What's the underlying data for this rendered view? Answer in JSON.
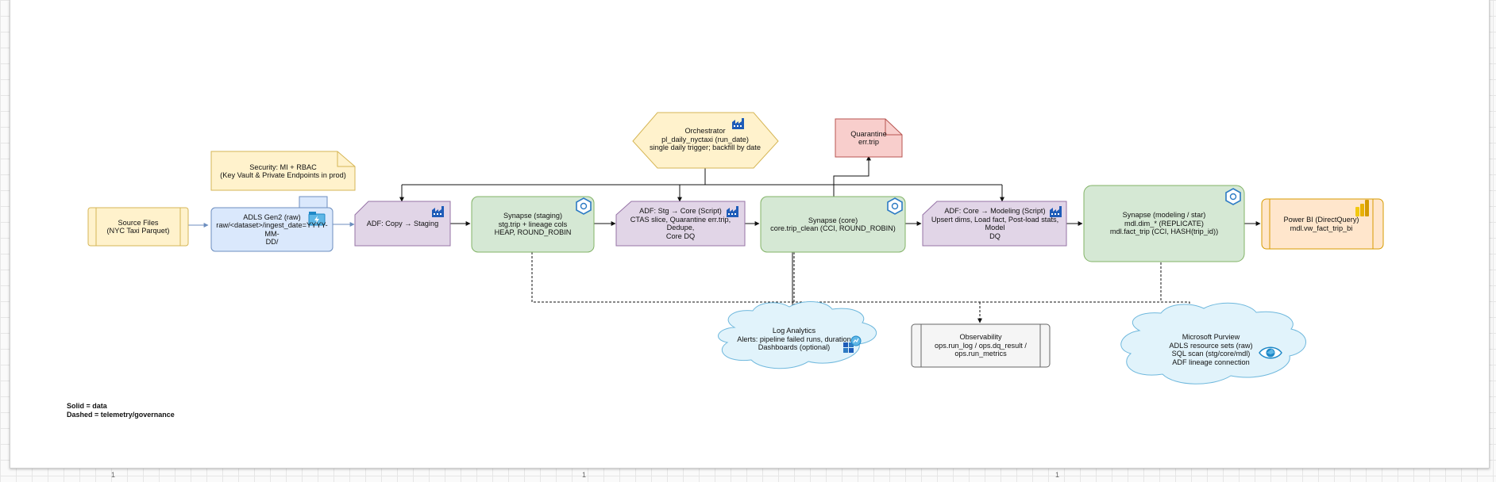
{
  "colors": {
    "yellow_fill": "#fff2cc",
    "yellow_stroke": "#d6b656",
    "blue_fill": "#dae8fc",
    "blue_stroke": "#6c8ebf",
    "purple_fill": "#e1d5e7",
    "purple_stroke": "#9673a6",
    "green_fill": "#d5e8d4",
    "green_stroke": "#82b366",
    "red_fill": "#f8cecc",
    "red_stroke": "#b85450",
    "orange_fill": "#ffe6cc",
    "orange_stroke": "#d79b00",
    "grey_fill": "#f5f5f5",
    "grey_stroke": "#666666",
    "cloud_fill": "#e1f3fb",
    "cloud_stroke": "#6fb8dd",
    "icon_blue": "#1e5cb8",
    "synapse_blue": "#2d7bc4"
  },
  "nodes": {
    "source_files": [
      "Source Files",
      "(NYC Taxi Parquet)"
    ],
    "adls_raw": [
      "ADLS Gen2 (raw)",
      "raw/<dataset>/ingest_date=YYYY-MM-",
      "DD/"
    ],
    "security_note": [
      "Security: MI + RBAC",
      "(Key Vault & Private Endpoints in prod)"
    ],
    "adf_copy": [
      "ADF: Copy → Staging"
    ],
    "synapse_staging": [
      "Synapse (staging)",
      "stg.trip + lineage cols",
      "HEAP, ROUND_ROBIN"
    ],
    "orchestrator": [
      "Orchestrator",
      "pl_daily_nyctaxi (run_date)",
      "single daily trigger; backfill by date"
    ],
    "adf_stg_core": [
      "ADF: Stg → Core (Script)",
      "CTAS slice, Quarantine err.trip, Dedupe,",
      "Core DQ"
    ],
    "quarantine": [
      "Quarantine",
      "err.trip"
    ],
    "synapse_core": [
      "Synapse (core)",
      "core.trip_clean (CCI, ROUND_ROBIN)"
    ],
    "adf_core_model": [
      "ADF: Core → Modeling (Script)",
      "Upsert dims, Load fact, Post-load stats, Model",
      "DQ"
    ],
    "synapse_model": [
      "Synapse (modeling / star)",
      "mdl.dim_* (REPLICATE)",
      "mdl.fact_trip (CCI, HASH(trip_id))"
    ],
    "power_bi": [
      "Power BI (DirectQuery)",
      "mdl.vw_fact_trip_bi"
    ],
    "log_analytics": [
      "Log Analytics",
      "Alerts: pipeline failed runs, duration",
      "Dashboards (optional)"
    ],
    "observability": [
      "Observability",
      "ops.run_log / ops.dq_result /",
      "ops.run_metrics"
    ],
    "purview": [
      "Microsoft Purview",
      "ADLS resource sets (raw)",
      "SQL scan (stg/core/mdl)",
      "ADF lineage connection"
    ]
  },
  "legend": [
    "Solid = data",
    "Dashed = telemetry/governance"
  ],
  "ruler": [
    "1",
    "1",
    "1"
  ]
}
